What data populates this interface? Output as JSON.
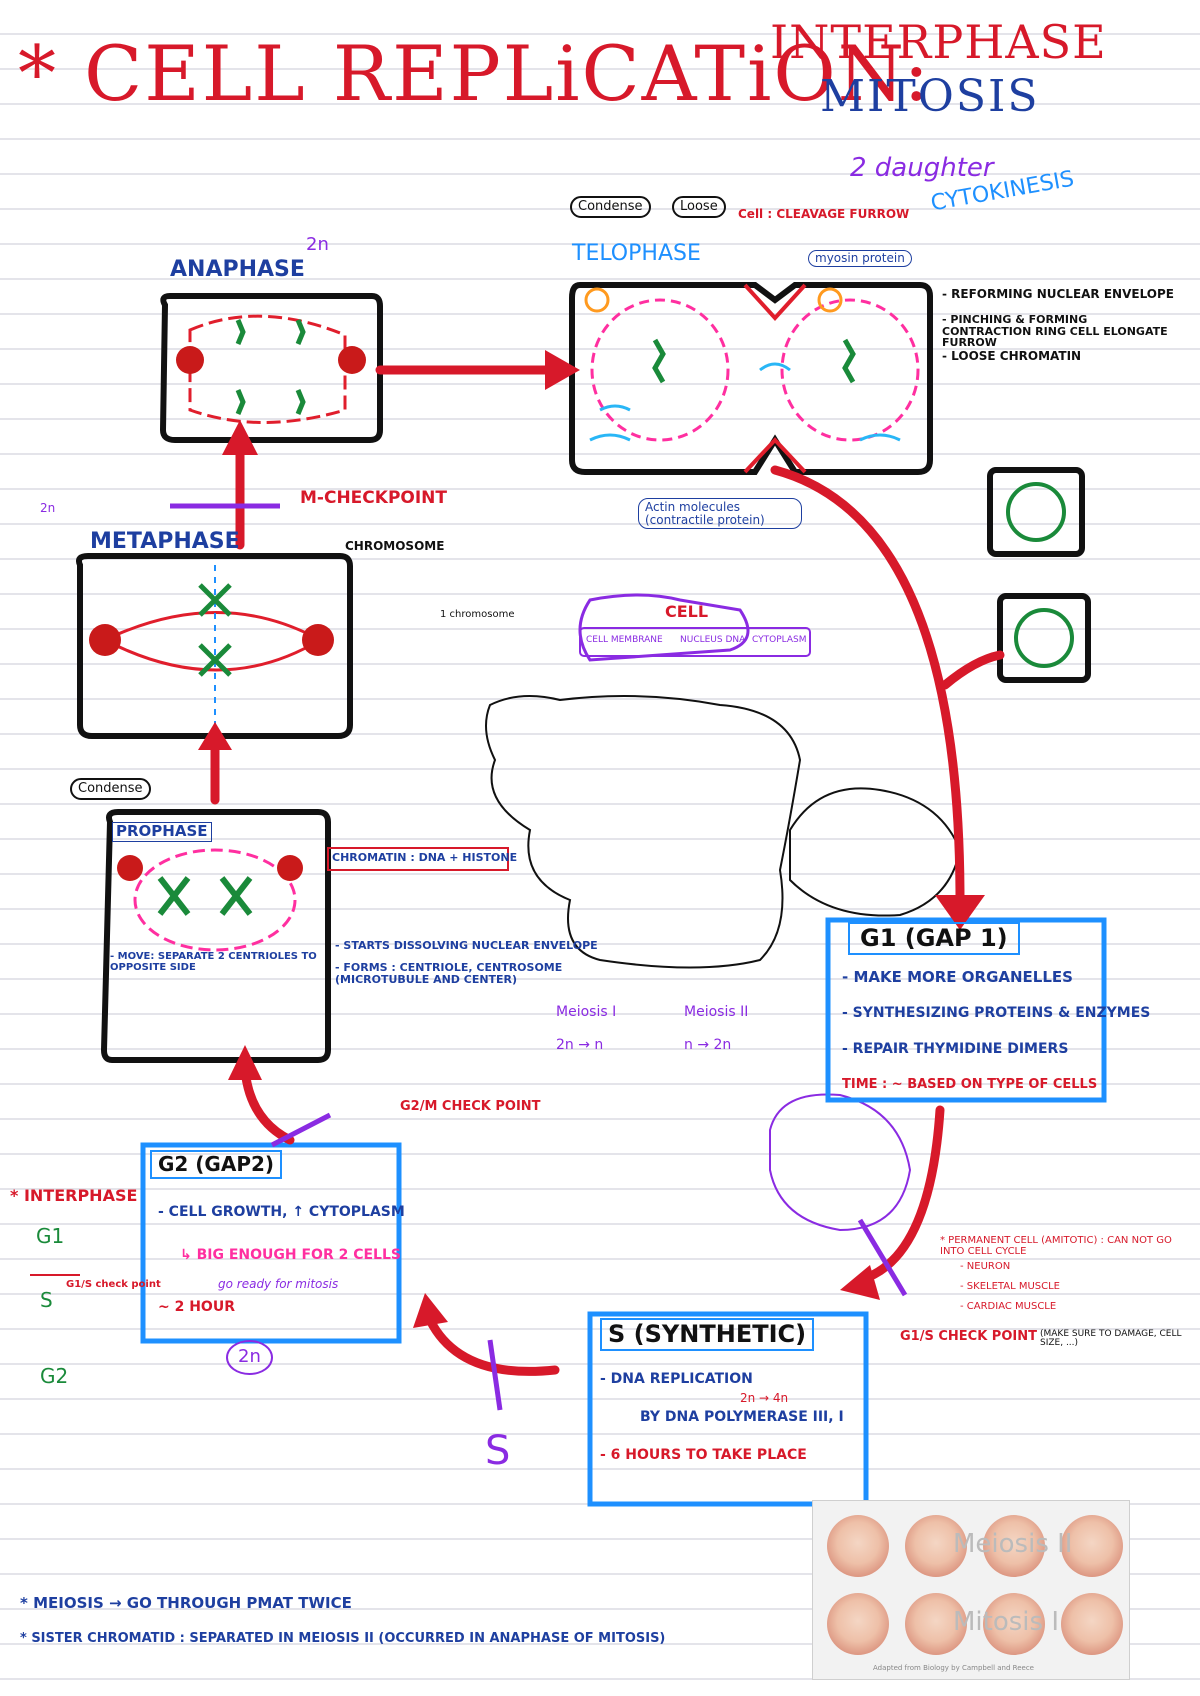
{
  "title": {
    "main": "* CELL REPLiCATiON:",
    "interphase": "INTERPHASE",
    "mitosis": "MITOSIS"
  },
  "phases": {
    "anaphase": "ANAPHASE",
    "telophase": "TELOPHASE",
    "metaphase": "METAPHASE",
    "prophase": "PROPHASE",
    "cytokinesis": "CYTOKINESIS",
    "g1": "G1 (GAP 1)",
    "g2": "G2 (GAP2)",
    "s": "S (SYNTHETIC)"
  },
  "labels": {
    "two_n_a": "2n",
    "two_daughter": "2 daughter",
    "cell_cleavage": "Cell : CLEAVAGE FURROW",
    "myosin": "myosin protein",
    "actin": "Actin molecules (contractile protein)",
    "m_checkpoint": "M-CHECKPOINT",
    "chromosome": "CHROMOSOME",
    "one_chromosome": "1 chromosome",
    "cell": "CELL",
    "cell_membrane": "CELL MEMBRANE",
    "nucleus_dna": "NUCLEUS DNA",
    "cytoplasm": "CYTOPLASM",
    "condense": "Condense",
    "loose": "Loose",
    "chromatin": "CHROMATIN : DNA + HISTONE",
    "meiosis_1": "Meiosis I",
    "meiosis_2": "Meiosis II",
    "m1_ratio": "2n → n",
    "m2_ratio": "n → 2n",
    "g2m_checkpoint": "G2/M CHECK POINT",
    "g1s_checkpoint": "G1/S CHECK POINT",
    "interphase_side": "* INTERPHASE",
    "g1_short": "G1",
    "s_short": "S",
    "g2_short": "G2",
    "g1s_side": "G1/S check point",
    "s_arrow": "S",
    "two_n_b": "2n",
    "go_ready": "go ready for mitosis"
  },
  "telophase_notes": {
    "n1": "- REFORMING NUCLEAR ENVELOPE",
    "n2": "- PINCHING & FORMING CONTRACTION RING CELL ELONGATE FURROW",
    "n3": "- LOOSE CHROMATIN"
  },
  "prophase_notes": {
    "n1": "- STARTS DISSOLVING NUCLEAR ENVELOPE",
    "n2": "- FORMS : CENTRIOLE, CENTROSOME (MICROTUBULE AND CENTER)",
    "n3": "- MOVE: SEPARATE 2 CENTRIOLES TO OPPOSITE SIDE"
  },
  "g1_notes": {
    "n1": "- MAKE MORE ORGANELLES",
    "n2": "- SYNTHESIZING PROTEINS & ENZYMES",
    "n3": "- REPAIR THYMIDINE DIMERS",
    "time": "TIME : ~ BASED ON TYPE OF CELLS"
  },
  "g2_notes": {
    "n1": "- CELL GROWTH, ↑ CYTOPLASM",
    "n2": "↳ BIG ENOUGH FOR 2 CELLS",
    "time": "~ 2 HOUR"
  },
  "s_notes": {
    "n1": "- DNA REPLICATION",
    "n2": "2n → 4n",
    "n3": "BY DNA POLYMERASE III, I",
    "n4": "- 6 HOURS TO TAKE PLACE"
  },
  "checkpoint_notes": {
    "g1s": "(MAKE SURE TO DAMAGE, CELL SIZE, ...)",
    "g0": "* PERMANENT CELL (AMITOTIC) : CAN NOT GO INTO CELL CYCLE",
    "neuron": "- NEURON",
    "skeletal": "- SKELETAL MUSCLE",
    "cardiac": "- CARDIAC MUSCLE"
  },
  "footer": {
    "f1": "* MEIOSIS → GO THROUGH PMAT TWICE",
    "f2": "* SISTER CHROMATID : SEPARATED IN MEIOSIS II (OCCURRED IN ANAPHASE OF MITOSIS)"
  },
  "photo": {
    "row1": "Meiosis II",
    "row2": "Mitosis I",
    "credit": "Adapted from Biology by Campbell and Reece"
  },
  "colors": {
    "red": "#d7192a",
    "blue": "#1e3fa0",
    "cyan": "#1e90ff",
    "purple": "#8a2be2",
    "green": "#2e8b57",
    "pink": "#ff2fa0",
    "orange": "#ff9a1f"
  }
}
